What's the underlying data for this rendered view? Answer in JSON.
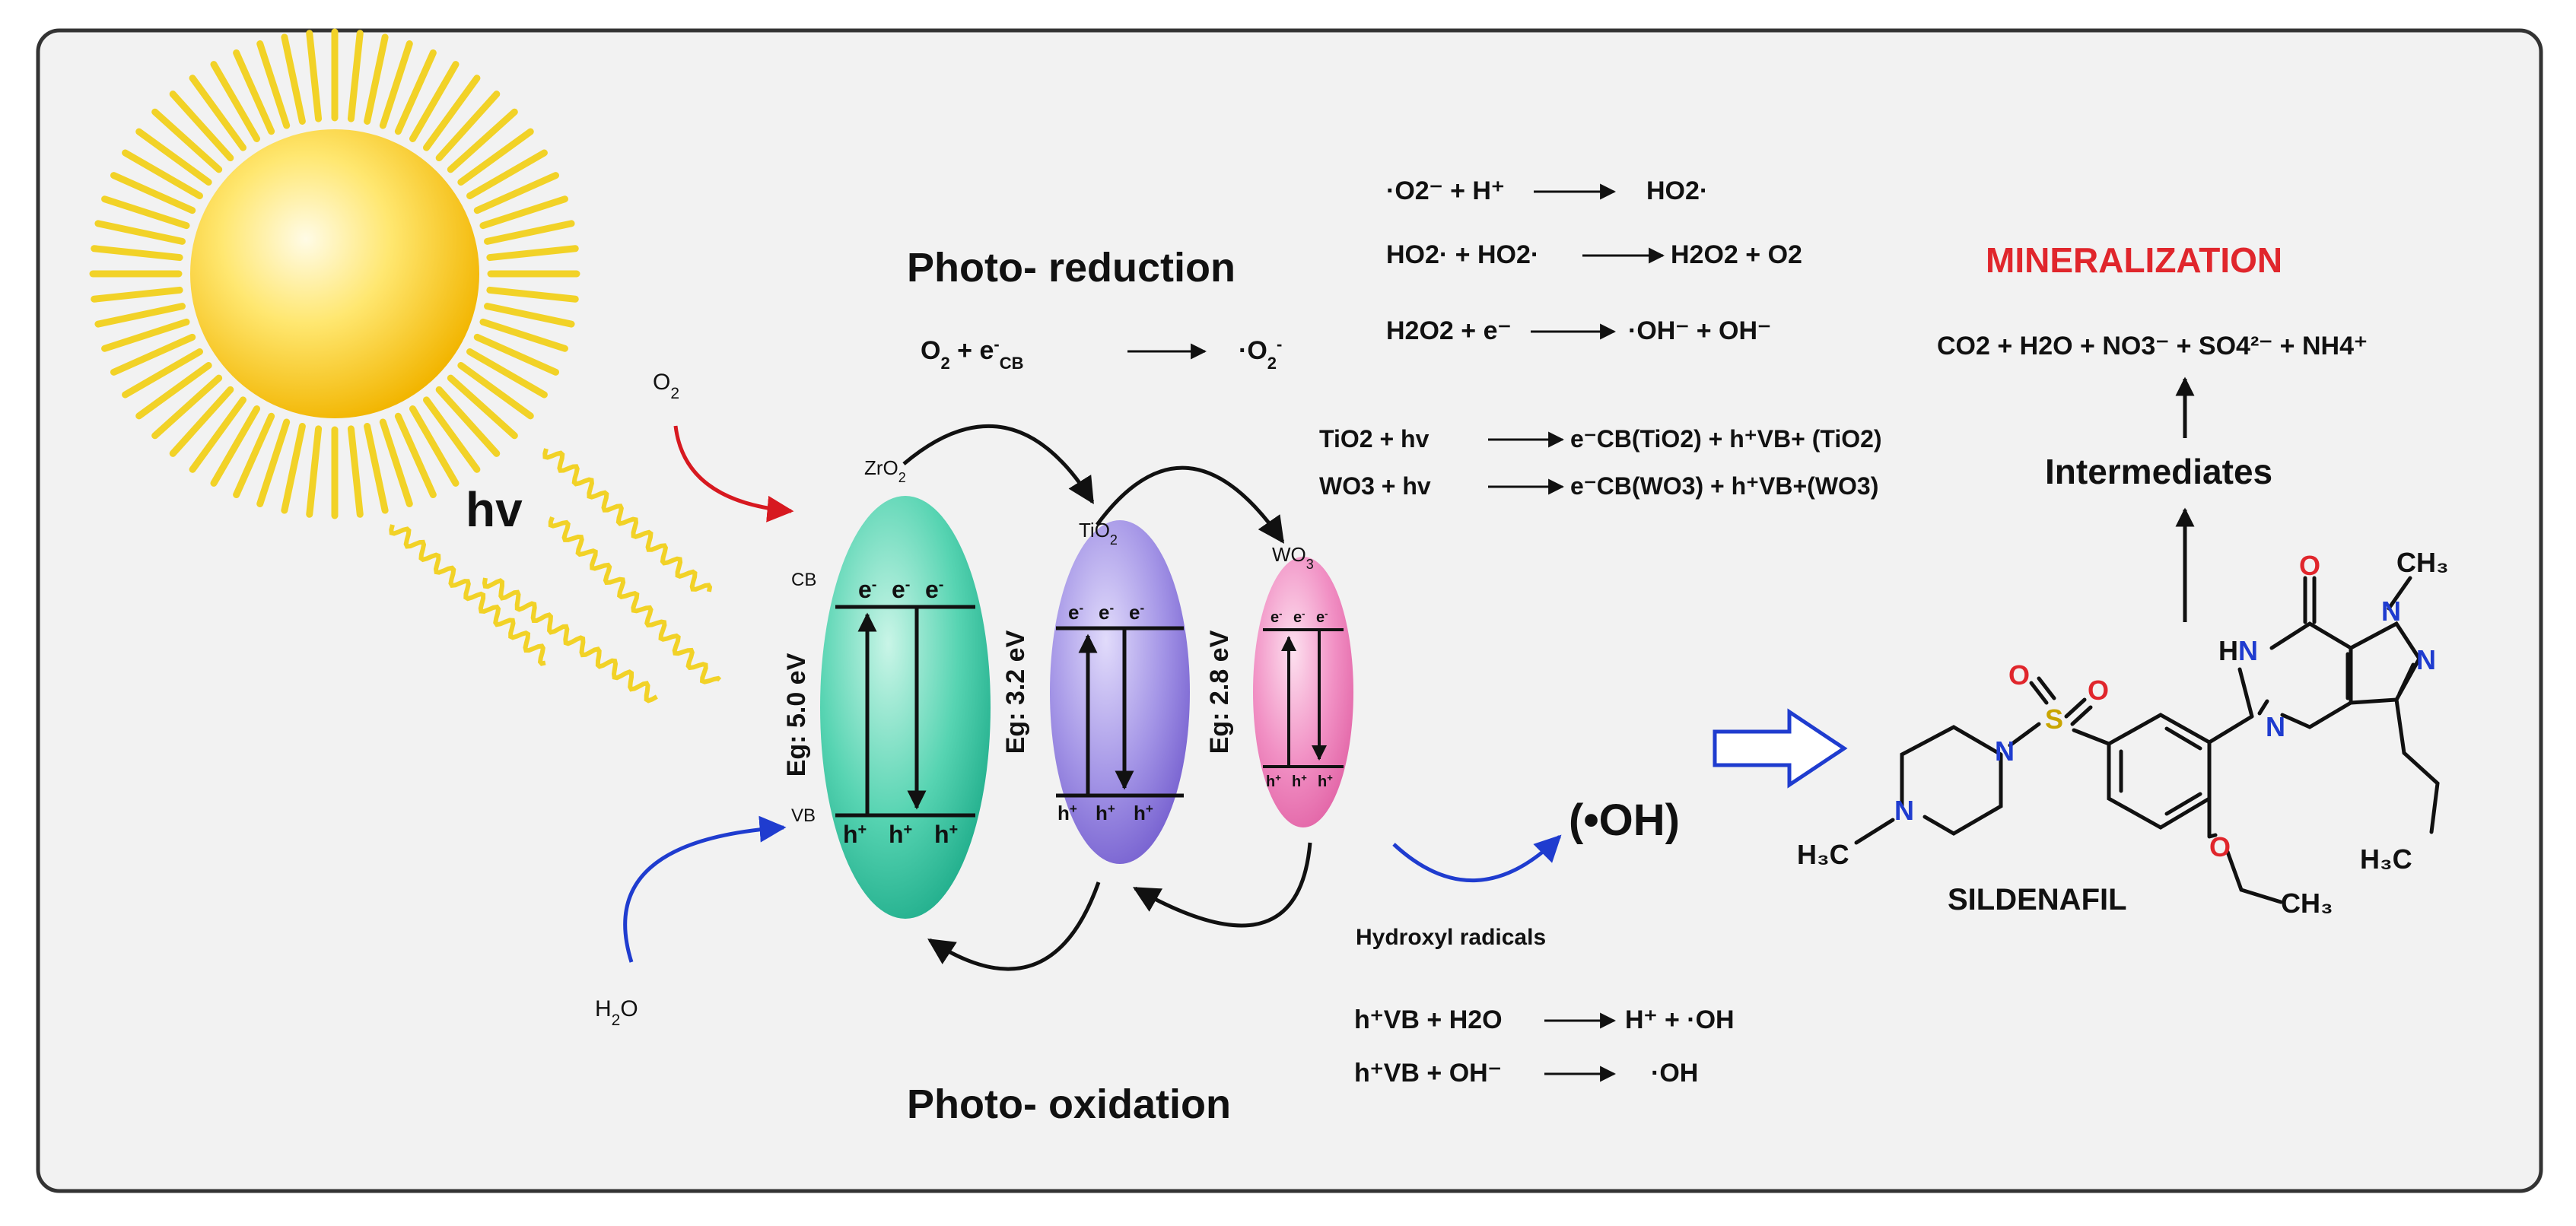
{
  "colors": {
    "panel_bg": "#f2f2f2",
    "panel_border": "#333333",
    "sun": "#f5c400",
    "rays": "#f2d227",
    "zro2": "#3cc6a0",
    "tio2": "#8b78d6",
    "wo3": "#e86fae",
    "red_arrow": "#d71920",
    "blue_arrow": "#1f3ccf",
    "mineralization": "#e0262c",
    "nitrogen": "#1f3ccf",
    "oxygen": "#e0262c",
    "sulfur": "#c9a500"
  },
  "light": {
    "hv": "hv"
  },
  "reactants": {
    "o2": "O",
    "o2_sub": "2",
    "h2o_h": "H",
    "h2o_sub": "2",
    "h2o_o": "O"
  },
  "band_labels": {
    "cb": "CB",
    "vb": "VB"
  },
  "semiconductors": [
    {
      "name": "ZrO",
      "sub": "2",
      "eg": "Eg: 5.0 eV",
      "electron": "e",
      "electron_sup": "-",
      "hole": "h",
      "hole_sup": "+"
    },
    {
      "name": "TiO",
      "sub": "2",
      "eg": "Eg: 3.2 eV",
      "electron": "e",
      "electron_sup": "-",
      "hole": "h",
      "hole_sup": "+"
    },
    {
      "name": "WO",
      "sub": "3",
      "eg": "Eg: 2.8 eV",
      "electron": "e",
      "electron_sup": "-",
      "hole": "h",
      "hole_sup": "+"
    }
  ],
  "headings": {
    "photo_reduction": "Photo- reduction",
    "photo_oxidation": "Photo- oxidation",
    "mineralization": "MINERALIZATION",
    "intermediates": "Intermediates",
    "hydroxyl_radicals": "Hydroxyl radicals",
    "oh_radical": "(•OH)",
    "sildenafil": "SILDENAFIL"
  },
  "reduction_equation": {
    "lhs": "O",
    "lhs_sub": "2",
    "plus": " + e",
    "e_sup": "-",
    "e_sub": "CB",
    "rhs": "·O",
    "rhs_sub": "2",
    "rhs_sup": "-"
  },
  "radical_equations": [
    {
      "lhs": "·O2⁻ + H⁺",
      "rhs": "HO2·"
    },
    {
      "lhs": "HO2· + HO2·",
      "rhs": "H2O2 + O2"
    },
    {
      "lhs": "H2O2 + e⁻",
      "rhs": "·OH⁻ +  OH⁻"
    }
  ],
  "excitation_equations": [
    {
      "lhs": "TiO2 + hv",
      "rhs": "e⁻CB(TiO2) + h⁺VB+ (TiO2)"
    },
    {
      "lhs": "WO3 + hv",
      "rhs": "e⁻CB(WO3) + h⁺VB+(WO3)"
    }
  ],
  "mineralization_products": "CO2 + H2O + NO3⁻ + SO4²⁻ + NH4⁺",
  "oxidation_equations": [
    {
      "lhs": "h⁺VB + H2O",
      "rhs": "H⁺ + ·OH"
    },
    {
      "lhs": "h⁺VB + OH⁻",
      "rhs": "·OH"
    }
  ],
  "molecule_atoms": {
    "o_carbonyl": "O",
    "ch3_top": "CH₃",
    "n1": "N",
    "n2": "N",
    "n3": "N",
    "hn": "H",
    "hn_n": "N",
    "s": "S",
    "o_s1": "O",
    "o_s2": "O",
    "pip_n1": "N",
    "pip_n2": "N",
    "h3c_left": "H₃C",
    "o_ether": "O",
    "ch3_ethyl": "CH₃",
    "h3c_propyl": "H₃C"
  }
}
